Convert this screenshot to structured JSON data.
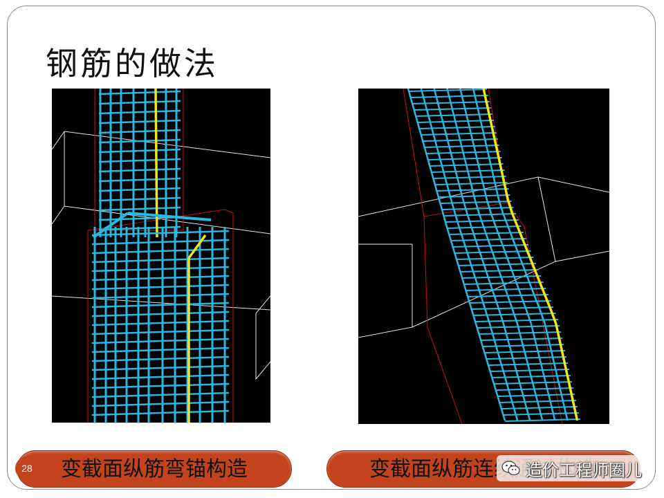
{
  "slide": {
    "title": "钢筋的做法",
    "page_number": "28",
    "left_caption": "变截面纵筋弯锚构造",
    "right_caption": "变截面纵筋连续通过构造",
    "watermark": "造价工程师圈儿",
    "watermark_icon": "wechat-icon"
  },
  "colors": {
    "caption_fill": "#c2431c",
    "render_background": "#000000",
    "rebar_cyan": "#2ab7e0",
    "rebar_yellow": "#f2e51b",
    "outline_red": "#cc1111",
    "outline_white": "#e6e6e6"
  }
}
